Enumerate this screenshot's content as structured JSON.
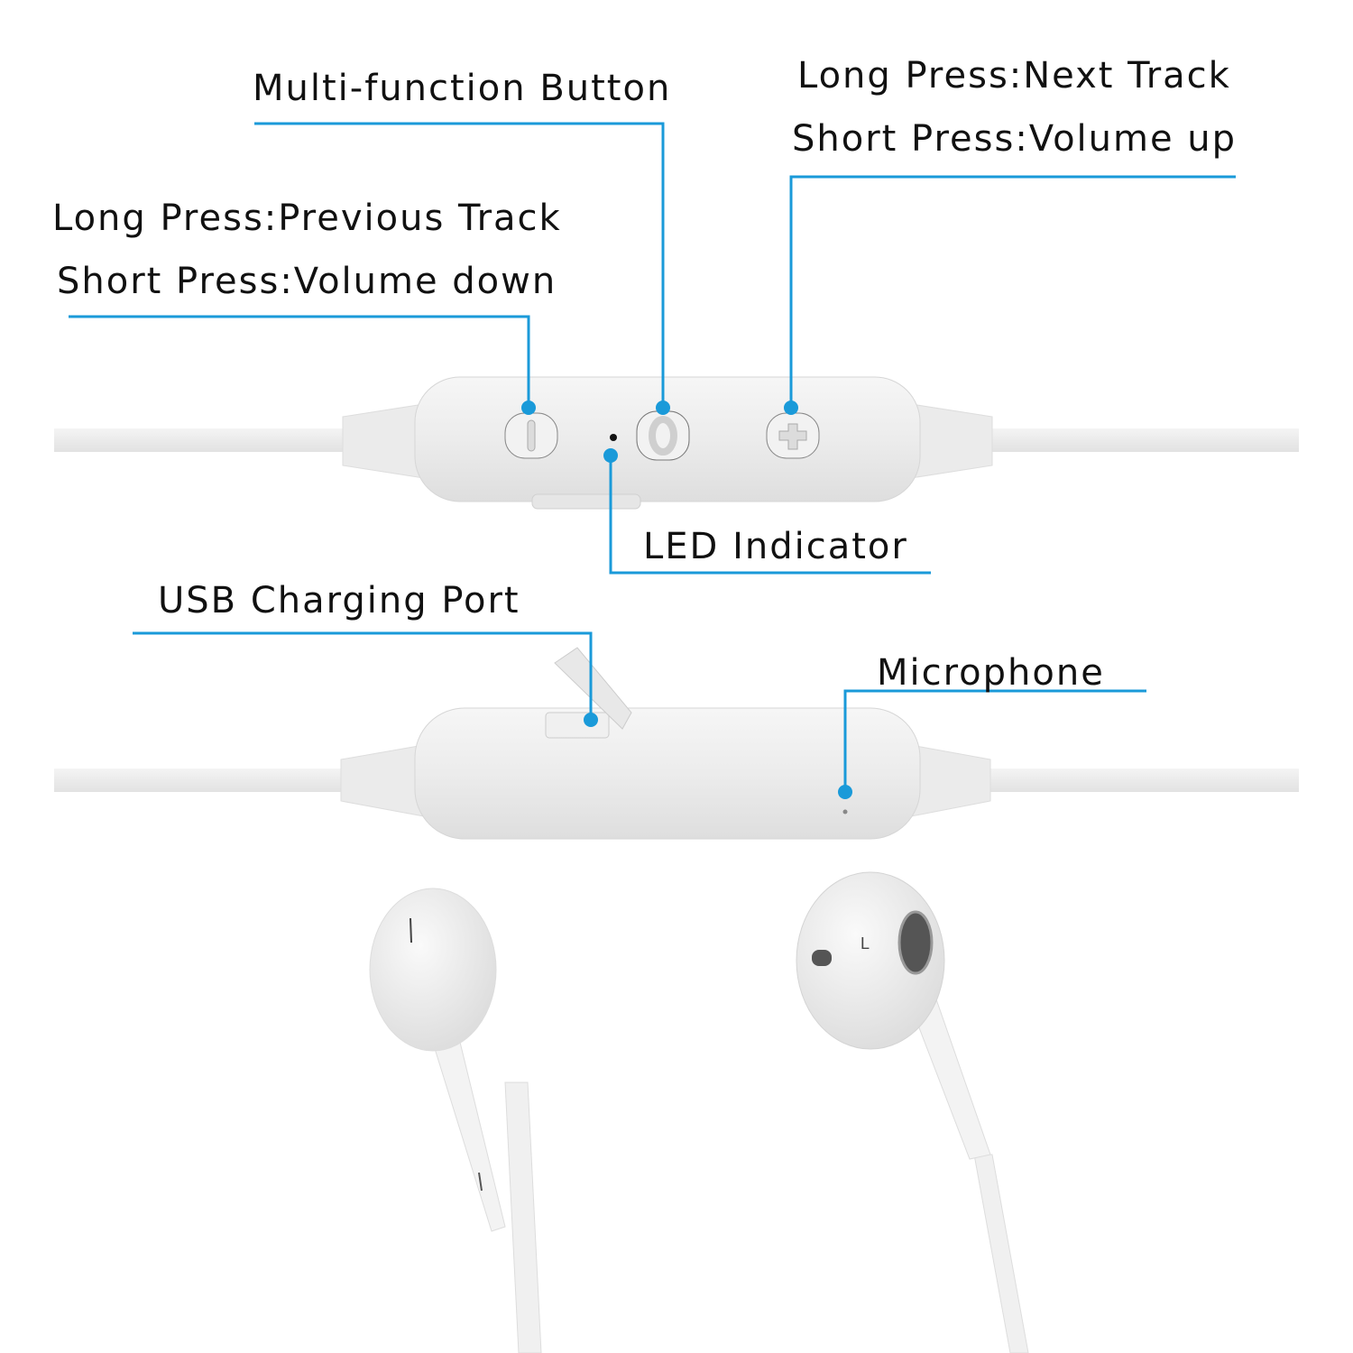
{
  "callout_color": "#1a9ad9",
  "labels": {
    "multi_function": "Multi-function Button",
    "next_long": "Long Press:Next Track",
    "next_short": "Short Press:Volume up",
    "prev_long": "Long Press:Previous Track",
    "prev_short": "Short Press:Volume down",
    "led": "LED Indicator",
    "usb": "USB Charging Port",
    "mic": "Microphone"
  },
  "earbud_marking": "L",
  "icons": {
    "minus_button": "minus-icon",
    "multi_button": "circle-o-icon",
    "plus_button": "plus-icon"
  }
}
